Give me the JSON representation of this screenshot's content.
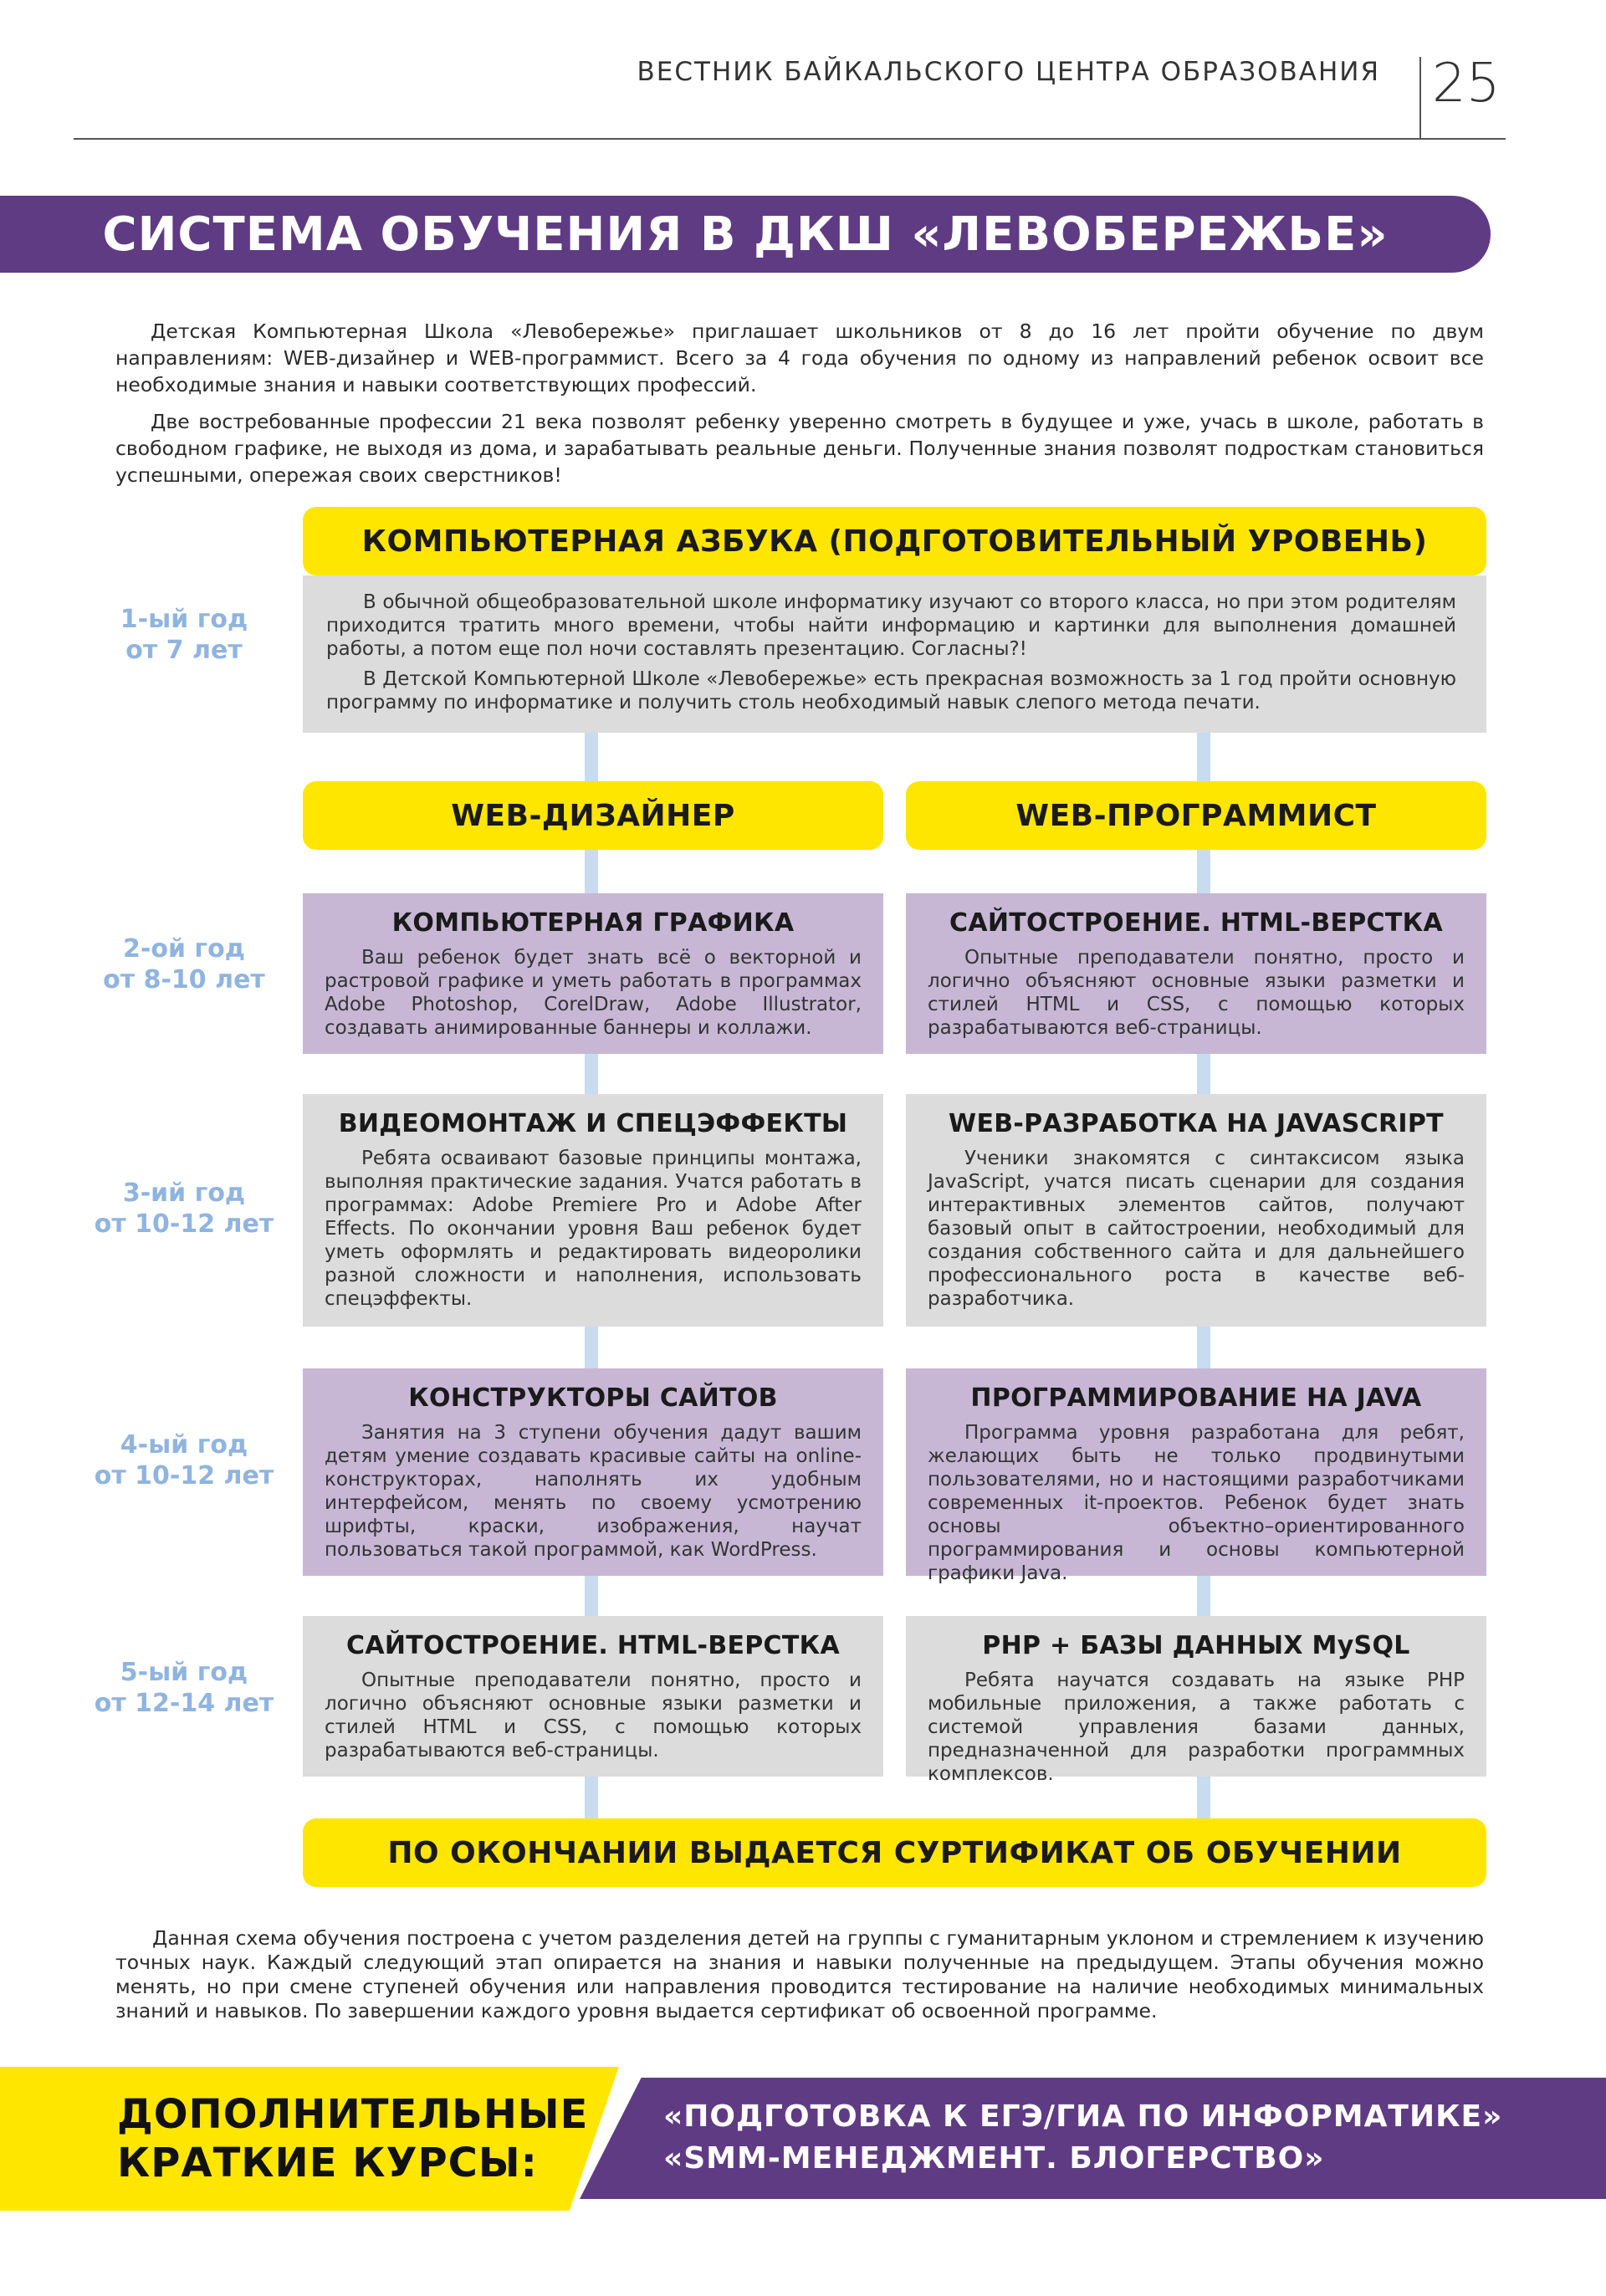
{
  "header": {
    "journal": "ВЕСТНИК БАЙКАЛЬСКОГО ЦЕНТРА ОБРАЗОВАНИЯ",
    "page": "25"
  },
  "title": "СИСТЕМА ОБУЧЕНИЯ В ДКШ «ЛЕВОБЕРЕЖЬЕ»",
  "intro": {
    "p1": "Детская Компьютерная Школа «Левобережье» приглашает школьников от 8 до 16 лет пройти обучение по двум направлениям: WEB-дизайнер и WEB-программист. Всего за 4 года обучения по одному из направлений ребенок освоит все необходимые знания и навыки соответствующих профессий.",
    "p2": "Две востребованные профессии 21 века позволят ребенку уверенно смотреть в будущее и уже, учась в школе, работать в свободном графике, не выходя из дома, и зарабатывать реальные деньги. Полученные знания позволят подросткам становиться успешными, опережая своих сверстников!"
  },
  "prep": {
    "title": "КОМПЬЮТЕРНАЯ АЗБУКА (ПОДГОТОВИТЕЛЬНЫЙ УРОВЕНЬ)",
    "p1": "В обычной общеобразовательной школе информатику изучают со второго класса, но при этом родителям приходится тратить много времени, чтобы найти информацию и картинки для выполнения домашней работы, а потом еще пол ночи составлять презентацию. Согласны?!",
    "p2": "В Детской Компьютерной Школе «Левобережье» есть прекрасная возможность за 1 год пройти основную программу по информатике и получить столь необходимый навык слепого метода печати."
  },
  "years": [
    {
      "line1": "1-ый год",
      "line2": "от 7 лет"
    },
    {
      "line1": "2-ой год",
      "line2": "от 8-10 лет"
    },
    {
      "line1": "3-ий год",
      "line2": "от 10-12 лет"
    },
    {
      "line1": "4-ый год",
      "line2": "от 10-12 лет"
    },
    {
      "line1": "5-ый год",
      "line2": "от 12-14 лет"
    }
  ],
  "tracks": {
    "designer": "WEB-ДИЗАЙНЕР",
    "programmer": "WEB-ПРОГРАММИСТ"
  },
  "designer": [
    {
      "title": "КОМПЬЮТЕРНАЯ ГРАФИКА",
      "text": "Ваш ребенок будет знать всё о векторной и растровой графике и уметь работать в программах Adobe Photoshop, CorelDraw, Adobe Illustrator, создавать анимированные баннеры и коллажи."
    },
    {
      "title": "ВИДЕОМОНТАЖ И СПЕЦЭФФЕКТЫ",
      "text": "Ребята осваивают базовые принципы монтажа, выполняя практические задания. Учатся работать в программах: Adobe Premiere Pro и Adobe After Effects. По окончании уровня Ваш ребенок будет уметь оформлять и редактировать видеоролики разной сложности и наполнения, использовать спецэффекты."
    },
    {
      "title": "КОНСТРУКТОРЫ САЙТОВ",
      "text": "Занятия на 3 ступени обучения дадут вашим детям умение создавать красивые сайты на online-конструкторах, наполнять их удобным интерфейсом, менять по своему усмотрению шрифты, краски, изображения, научат пользоваться такой программой, как WordPress."
    },
    {
      "title": "САЙТОСТРОЕНИЕ. HTML-ВЕРСТКА",
      "text": "Опытные преподаватели понятно, просто и логично объясняют основные языки разметки и стилей HTML и CSS, с помощью которых разрабатываются веб-страницы."
    }
  ],
  "programmer": [
    {
      "title": "САЙТОСТРОЕНИЕ. HTML-ВЕРСТКА",
      "text": "Опытные преподаватели понятно, просто и логично объясняют основные языки разметки и стилей HTML и CSS, с помощью которых разрабатываются веб-страницы."
    },
    {
      "title": "WEB-РАЗРАБОТКА НА JAVASCRIPT",
      "text": "Ученики знакомятся с синтаксисом языка JavaScript, учатся писать сценарии для создания интерактивных элементов сайтов, получают базовый опыт в сайтостроении, необходимый для создания собственного сайта и для дальнейшего профессионального роста в качестве веб-разработчика."
    },
    {
      "title": "ПРОГРАММИРОВАНИЕ НА JAVA",
      "text": "Программа уровня разработана для ребят, желающих быть не только продвинутыми пользователями, но и настоящими разработчиками современных it-проектов. Ребенок будет знать основы объектно–ориентированного программирования и основы компьютерной графики Java."
    },
    {
      "title": "PHP + БАЗЫ ДАННЫХ MySQL",
      "text": "Ребята научатся создавать на языке PHP мобильные приложения, а также работать с системой управления базами данных, предназначенной для разработки программных комплексов."
    }
  ],
  "certificate": "ПО ОКОНЧАНИИ ВЫДАЕТСЯ СУРТИФИКАТ ОБ ОБУЧЕНИИ",
  "outro": "Данная схема обучения построена с учетом разделения детей на группы с гуманитарным уклоном и стремлением к изучению точных наук. Каждый следующий этап опирается на знания и навыки полученные на предыдущем. Этапы обучения можно менять, но при смене ступеней обучения или направления проводится тестирование на наличие необходимых минимальных знаний и навыков. По завершении каждого уровня выдается сертификат об освоенной программе.",
  "extra": {
    "label1": "ДОПОЛНИТЕЛЬНЫЕ",
    "label2": "КРАТКИЕ КУРСЫ:",
    "course1": "«ПОДГОТОВКА К ЕГЭ/ГИА ПО ИНФОРМАТИКЕ»",
    "course2": "«SMM-МЕНЕДЖМЕНТ. БЛОГЕРСТВО»"
  },
  "colors": {
    "purple": "#5f3b84",
    "yellow": "#ffe600",
    "lavender": "#c7b7d5",
    "grey": "#dcdcdc",
    "year_blue": "#8fb4e0",
    "connector": "#c8dbef"
  }
}
